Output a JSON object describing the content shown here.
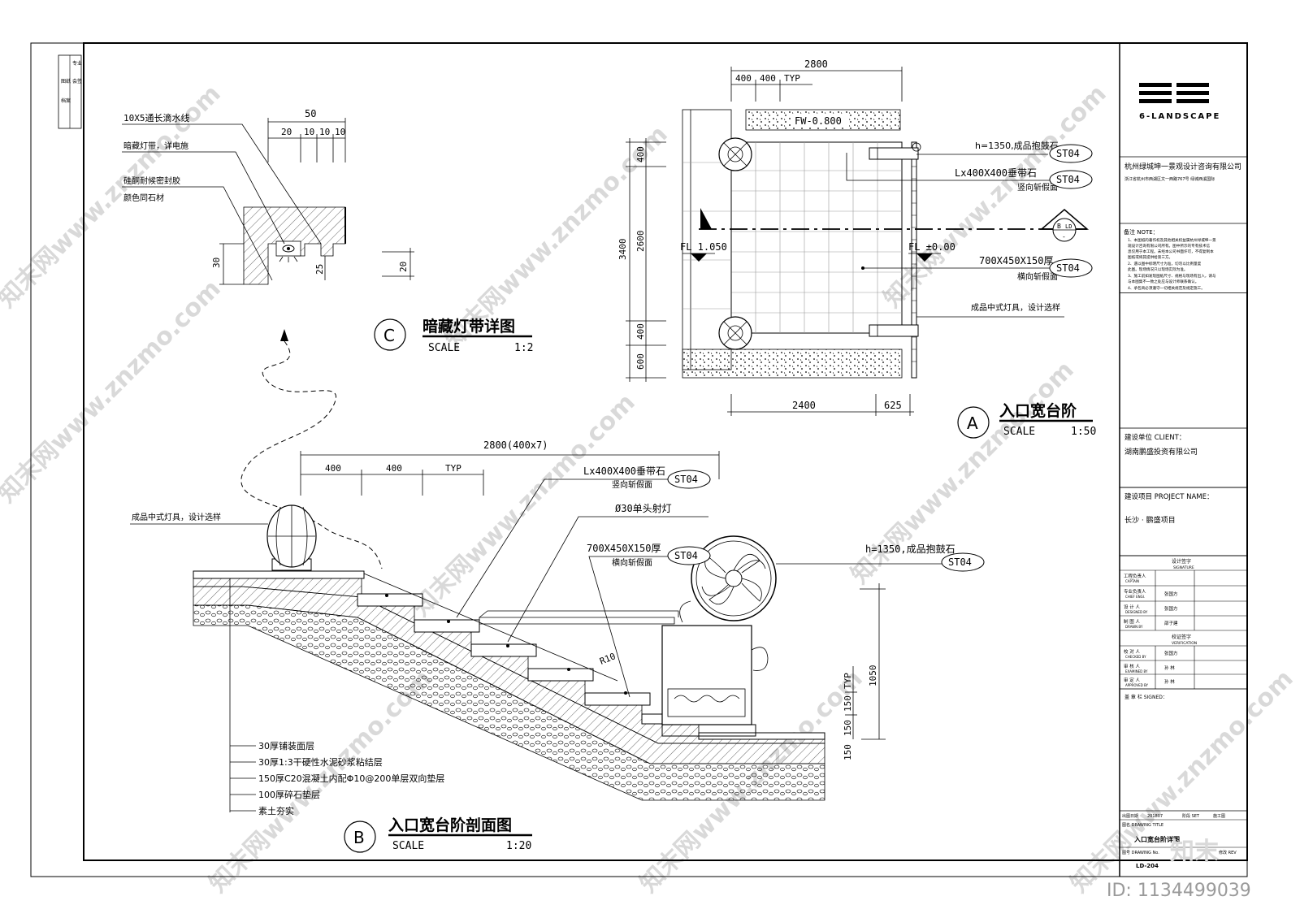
{
  "title_block": {
    "logo": "6-LANDSCAPE",
    "company": "杭州绿城坤一景观设计咨询有限公司",
    "company_address": "浙江省杭州市西湖区文一西路767号 绿城西溪国际",
    "notes_title": "备注 NOTE：",
    "notes": [
      "1、本图纸的著作权及其他相关权益属杭州绿城坤一景",
      "观设计咨询有限公司所有。图中所示的专有技术信",
      "息仅用于本工程。未经本公司书面许可，不得复制本",
      "图纸或将其提供给第三方。",
      "2、遇以图中标明尺寸为准，切勿以比例量度",
      "此图。现场情况只以现场实际为准。",
      "3、施工前如发现图纸尺寸、规格与现场有出入，请与",
      "与本图集不一致之处应与设计师联系确认。",
      "4、承包商必须遵守一切相关规范及规定施工。"
    ],
    "client_label": "建设单位 CLIENT：",
    "client_value": "湖南鹏盛投资有限公司",
    "project_label": "建设项目 PROJECT NAME：",
    "project_value": "长沙 · 鹏盛项目",
    "signature_title": "设计签字",
    "signature_title_en": "SIGNATURE",
    "sign_rows": [
      {
        "cn": "工程负责人",
        "en": "CAPTAIN",
        "name": ""
      },
      {
        "cn": "专业负责人",
        "en": "CHIEF ENGI.",
        "name": "张国方"
      },
      {
        "cn": "设 计 人",
        "en": "DESIGNED BY",
        "name": "张国方"
      },
      {
        "cn": "制 图 人",
        "en": "DRAWN BY",
        "name": "邵子建"
      }
    ],
    "verify_title": "校证签字",
    "verify_title_en": "VERIFICATION",
    "verify_rows": [
      {
        "cn": "校 对 人",
        "en": "CHECKED BY",
        "name": "张国方"
      },
      {
        "cn": "审 核 人",
        "en": "EXAMINED BY",
        "name": "孙 林"
      },
      {
        "cn": "审 定 人",
        "en": "APPROVED BY",
        "name": "孙 林"
      }
    ],
    "stamp_label": "盖 章 栏  SIGNED：",
    "date_label": "出图日期",
    "date_value": "201807",
    "stage_label": "阶段 SET",
    "stage_value": "施工图",
    "drawing_title_label": "图名 DRAWING TITLE",
    "drawing_title": "入口宽台阶详图",
    "drawing_no_label": "图号 DRAWING No.",
    "rev_label": "修改 REV",
    "drawing_no": "LD-204"
  },
  "side_strip": [
    "专业",
    "会签",
    "图纸",
    "档案"
  ],
  "detail_c": {
    "letter": "C",
    "title": "暗藏灯带详图",
    "scale_label": "SCALE",
    "scale": "1:2",
    "labels": [
      "10X5通长滴水线",
      "暗藏灯带，详电施",
      "硅酮耐候密封胶",
      "颜色同石材"
    ],
    "dims": {
      "top_total": "50",
      "top_parts": [
        "20",
        "10",
        "10",
        "10"
      ],
      "left": "30",
      "right1": "25",
      "right2": "20"
    }
  },
  "detail_a": {
    "letter": "A",
    "title": "入口宽台阶",
    "scale_label": "SCALE",
    "scale": "1:50",
    "top_total": "2800",
    "top_parts": [
      "400",
      "400",
      "TYP"
    ],
    "fw": "FW-0.800",
    "left_total": "3400",
    "left_parts": [
      "400",
      "2600",
      "400",
      "600"
    ],
    "bottom_parts": [
      "2400",
      "625"
    ],
    "level_left": "FL 1.050",
    "level_right": "FL ±0.00",
    "section_marker": [
      "B",
      "LD",
      "-"
    ],
    "callouts": [
      {
        "text": "h=1350,成品抱鼓石",
        "tag": "ST04"
      },
      {
        "text": "Lx400X400垂带石",
        "sub": "竖向斩假面",
        "tag": "ST04"
      },
      {
        "text": "700X450X150厚",
        "sub": "横向斩假面",
        "tag": "ST04"
      },
      {
        "text": "成品中式灯具，设计选样"
      }
    ]
  },
  "detail_b": {
    "letter": "B",
    "title": "入口宽台阶剖面图",
    "scale_label": "SCALE",
    "scale": "1:20",
    "top_total": "2800(400x7)",
    "top_parts": [
      "400",
      "400",
      "TYP"
    ],
    "callouts": [
      {
        "text": "Lx400X400垂带石",
        "sub": "竖向斩假面",
        "tag": "ST04"
      },
      {
        "text": "Ø30单头射灯"
      },
      {
        "text": "700X450X150厚",
        "sub": "横向斩假面",
        "tag": "ST04"
      },
      {
        "text": "h=1350,成品抱鼓石",
        "tag": "ST04"
      },
      {
        "text": "成品中式灯具，设计选样"
      }
    ],
    "radius": "R10",
    "right_dims": [
      "1050",
      "TYP",
      "150",
      "150",
      "150"
    ],
    "layers": [
      "30厚铺装面层",
      "30厚1:3干硬性水泥砂浆粘结层",
      "150厚C20混凝土内配Φ10@200单层双向垫层",
      "100厚碎石垫层",
      "素土夯实"
    ]
  },
  "watermarks": [
    "知末网www.znzmo.com",
    "知末"
  ],
  "id_text": "ID: 1134499039"
}
